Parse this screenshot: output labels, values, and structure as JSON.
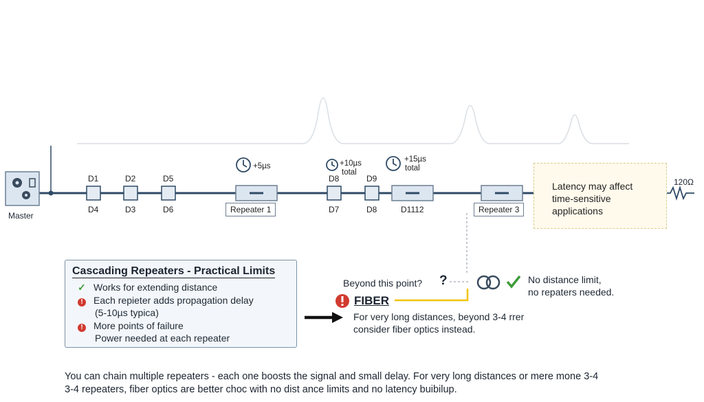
{
  "master": {
    "label": "Master",
    "icon": "gears-icon"
  },
  "devices_top": [
    "D1",
    "D2",
    "D5",
    "D8",
    "D9"
  ],
  "devices_bottom": [
    "D4",
    "D3",
    "D6",
    "D7",
    "D8",
    "D1112"
  ],
  "repeaters": [
    "Repeater 1",
    "Repeater 3"
  ],
  "delays": {
    "r1": "+5µs",
    "r2_line1": "+10µs",
    "r2_line2": "total",
    "r3_line1": "+15µs",
    "r3_line2": "total"
  },
  "termination": "120Ω",
  "callout": {
    "line1": "Latency may affect",
    "line2": "time-sensitive",
    "line3": "applications"
  },
  "limits": {
    "title": "Cascading Repeaters - Practical Limits",
    "item1": "Works for extending distance",
    "item2a": "Each repieter adds propagation delay",
    "item2b": "(5-10µs typica)",
    "item3a": "More points of failure",
    "item3b": "Power needed at each repeater"
  },
  "beyond": {
    "label": "Beyond this point?",
    "mark": "?"
  },
  "fiber": {
    "title": "FIBER",
    "desc1": "For very long distances, beyond 3-4 rrer",
    "desc2": "consider fiber optics instead.",
    "nolimit1": "No distance limit,",
    "nolimit2": "no repaters needed."
  },
  "bottom": {
    "line1": "You can chain multiple repeaters - each one boosts the signal and small delay. For very long distances or mere mone 3-4",
    "line2": "3-4 repeaters, fiber optics are better choc with no dist ance limits and no latency buibilup."
  },
  "colors": {
    "bus": "#2f4a66",
    "accent_red": "#d13a2f",
    "accent_green": "#3f9c3a",
    "fiber_link": "#f0c400"
  }
}
